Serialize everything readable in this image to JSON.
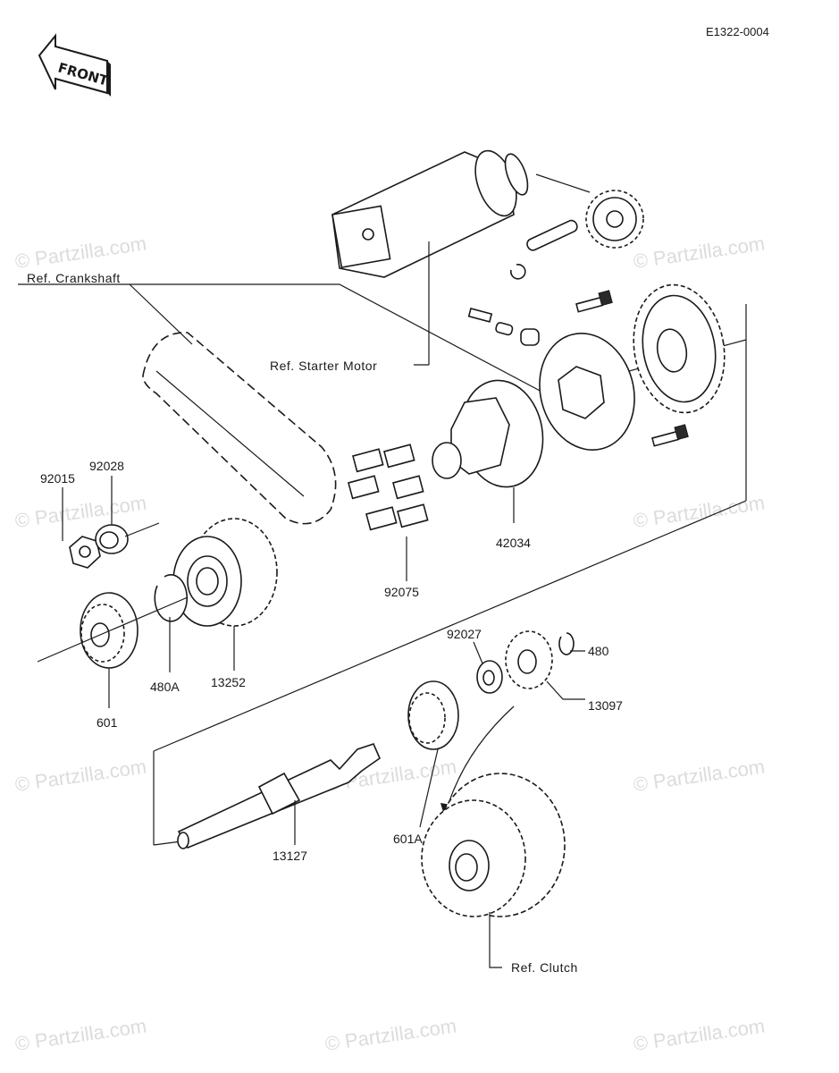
{
  "diagram_code": "E1322-0004",
  "front_label": "FRONT",
  "watermark_text": "© Partzilla.com",
  "callouts": {
    "p92028": "92028",
    "p92015": "92015",
    "p601": "601",
    "p480A": "480A",
    "p13252": "13252",
    "p92075": "92075",
    "p42034": "42034",
    "p92027": "92027",
    "p480": "480",
    "p13097": "13097",
    "p601A": "601A",
    "p13127": "13127"
  },
  "references": {
    "crankshaft": "Ref. Crankshaft",
    "starter_motor": "Ref. Starter Motor",
    "clutch": "Ref. Clutch"
  },
  "colors": {
    "ink": "#1a1a1a",
    "watermark": "#dcdcdc",
    "background": "#ffffff"
  }
}
